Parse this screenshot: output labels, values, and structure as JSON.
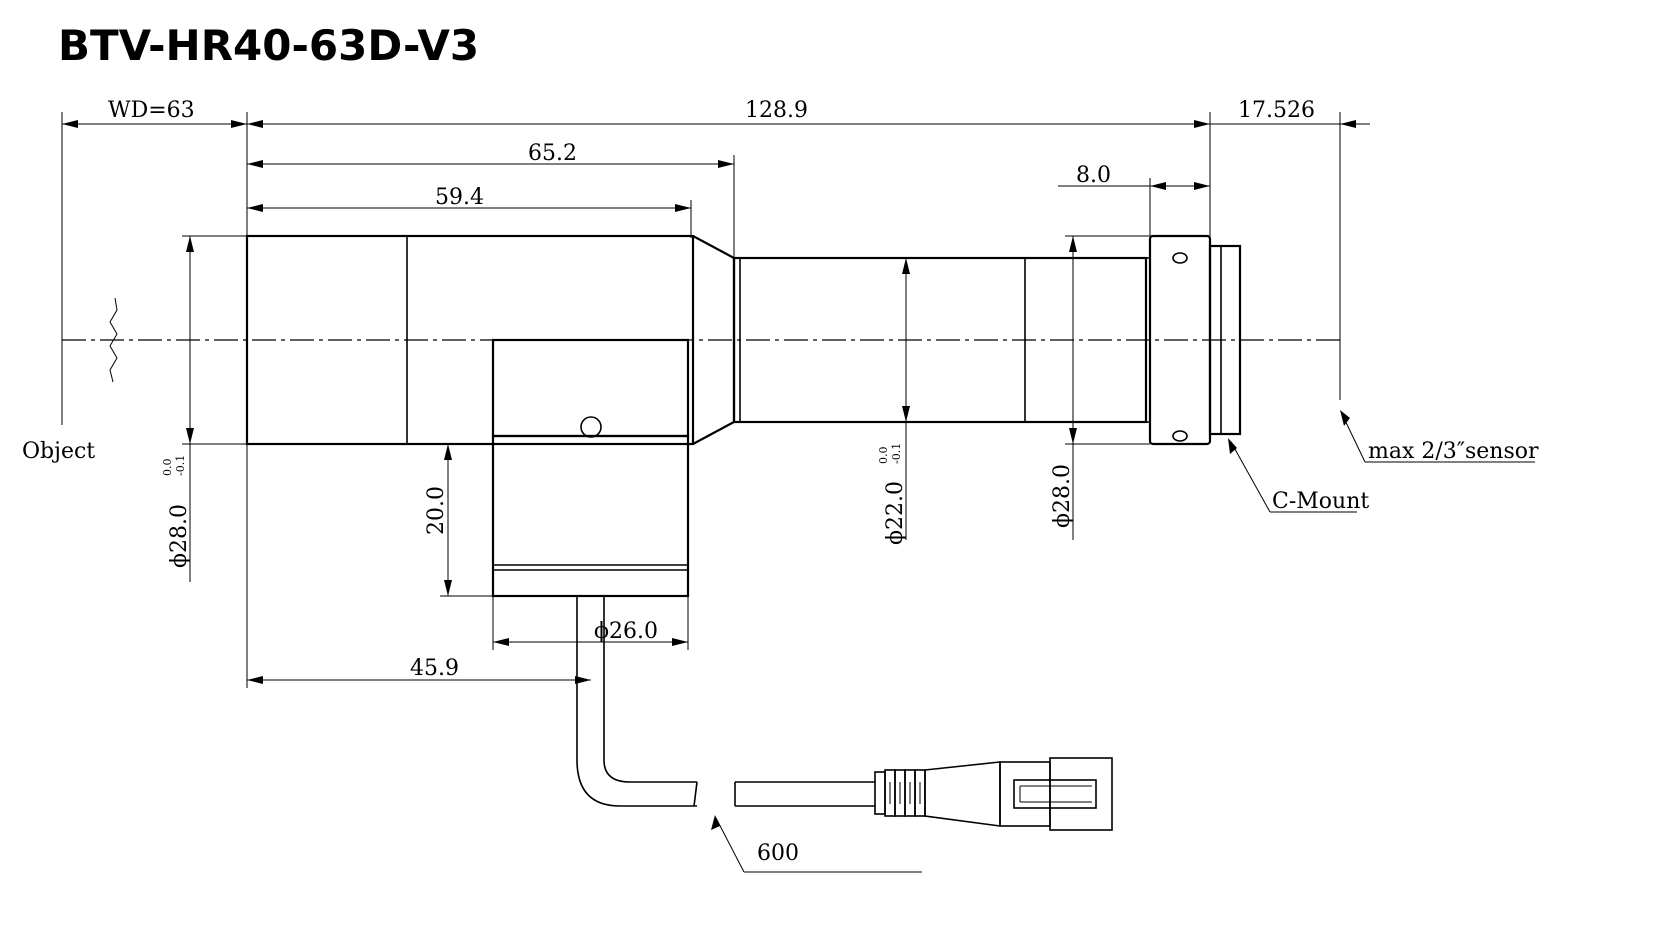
{
  "title": "BTV-HR40-63D-V3",
  "dimensions": {
    "wd": "WD=63",
    "total_length": "128.9",
    "back_focal": "17.526",
    "len_65": "65.2",
    "len_59": "59.4",
    "mount_len": "8.0",
    "light_height": "20.0",
    "light_diameter": "ϕ26.0",
    "light_offset": "45.9",
    "cable_length": "600",
    "front_diameter": "ϕ28.0",
    "front_tol_upper": "0.0",
    "front_tol_lower": "-0.1",
    "mid_diameter": "ϕ22.0",
    "mid_tol_upper": "0.0",
    "mid_tol_lower": "-0.1",
    "rear_diameter": "ϕ28.0"
  },
  "labels": {
    "object": "Object",
    "sensor": "max 2/3″sensor",
    "mount": "C-Mount"
  }
}
